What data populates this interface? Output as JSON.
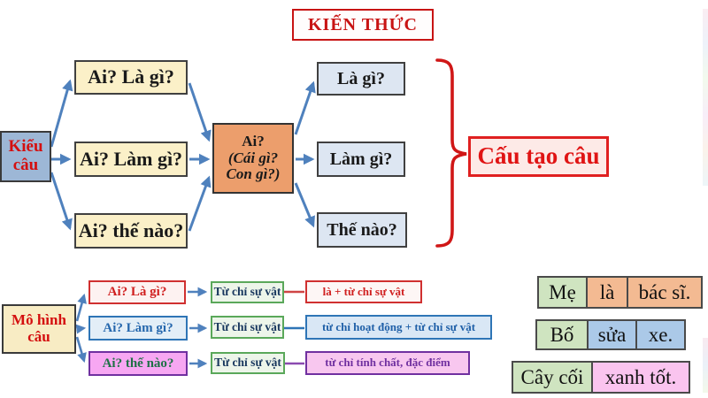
{
  "title": {
    "label": "KIẾN THỨC"
  },
  "top_diagram": {
    "root": {
      "label": "Kiểu câu",
      "line1": "Kiểu",
      "line2": "câu"
    },
    "question_boxes": [
      {
        "label": "Ai? Là gì?"
      },
      {
        "label": "Ai? Làm gì?"
      },
      {
        "label": "Ai? thế nào?"
      }
    ],
    "center": {
      "line1": "Ai?",
      "line2": "(Cái gì?",
      "line3": "Con gì?)"
    },
    "predicate_boxes": [
      {
        "label": "Là gì?"
      },
      {
        "label": "Làm gì?"
      },
      {
        "label": "Thế nào?"
      }
    ],
    "result": {
      "label": "Cấu tạo câu"
    }
  },
  "bottom_diagram": {
    "root": {
      "label": "Mô hình câu",
      "line1": "Mô hình",
      "line2": "câu"
    },
    "rows": [
      {
        "type": "Ai? Là gì?",
        "subject": "Từ chỉ sự vật",
        "predicate": "là + từ chỉ sự vật"
      },
      {
        "type": "Ai? Làm gì?",
        "subject": "Từ chỉ sự vật",
        "predicate": "từ chỉ hoạt động + từ chỉ sự vật"
      },
      {
        "type": "Ai? thế nào?",
        "subject": "Từ chỉ sự vật",
        "predicate": "từ chỉ tính chất, đặc điểm"
      }
    ],
    "examples": [
      {
        "cells": [
          "Mẹ",
          "là",
          "bác sĩ."
        ]
      },
      {
        "cells": [
          "Bố",
          "sửa",
          "xe."
        ]
      },
      {
        "cells": [
          "Cây cối",
          "xanh tốt."
        ]
      }
    ]
  },
  "colors": {
    "accent_red": "#d01717",
    "arrow_blue": "#4f81bd",
    "cream": "#fbf0c8",
    "orange_center": "#ec9e6c",
    "light_blue_box": "#dde6f2",
    "root_blue": "#9db7d6",
    "green_border": "#5aa85a",
    "purple": "#7030a0",
    "magenta_bg": "#f7a7f2",
    "example_green": "#cfe4c0",
    "example_orange": "#f3ba92",
    "example_blue": "#abc9e8",
    "example_pink": "#fac4ef"
  }
}
